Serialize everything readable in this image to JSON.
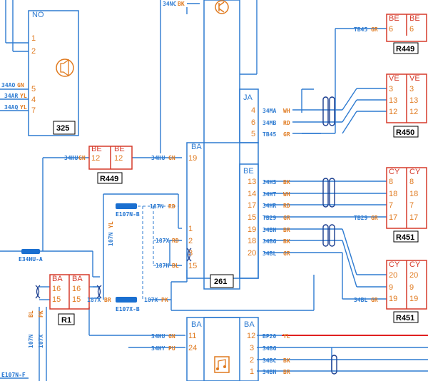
{
  "colors": {
    "wire": "#2e7bd1",
    "label": "#e07a1f",
    "red_wire": "#e02020",
    "component": "#d63a2a",
    "bus": "#1a6fd0",
    "ink": "#000000"
  },
  "icons": [
    "transistor-icon",
    "horn-icon",
    "audio-icon"
  ],
  "components": {
    "c325": {
      "id": "325",
      "connector": "NO",
      "pins": [
        "1",
        "2",
        "5",
        "4",
        "7"
      ]
    },
    "c261": {
      "id": "261",
      "conn_top": "JA",
      "conn_ba": "BA",
      "conn_be": "BE",
      "ja_pins": [
        "4",
        "6",
        "5"
      ],
      "ba_pins": [
        "19"
      ],
      "be_pins": [
        "13",
        "14",
        "17",
        "15",
        "19",
        "18",
        "20"
      ]
    },
    "r449a": {
      "id": "R449",
      "left": "BE",
      "right": "BE",
      "pins": [
        "6",
        "6"
      ]
    },
    "r449b": {
      "id": "R449",
      "left": "BE",
      "right": "BE",
      "pins": [
        "12",
        "12"
      ]
    },
    "r450": {
      "id": "R450",
      "left": "VE",
      "right": "VE",
      "pins_l": [
        "3",
        "13",
        "12"
      ],
      "pins_r": [
        "3",
        "13",
        "12"
      ]
    },
    "r451a": {
      "id": "R451",
      "left": "CY",
      "right": "CY",
      "pins_l": [
        "8",
        "18",
        "7",
        "17"
      ],
      "pins_r": [
        "8",
        "18",
        "7",
        "17"
      ]
    },
    "r451b": {
      "id": "R451",
      "left": "CY",
      "right": "CY",
      "pins_l": [
        "20",
        "9",
        "19"
      ],
      "pins_r": [
        "20",
        "9",
        "19"
      ]
    },
    "r1": {
      "id": "R1",
      "left": "BA",
      "right": "BA",
      "pins_l": [
        "16",
        "15"
      ],
      "pins_r": [
        "16",
        "15"
      ]
    },
    "bottom": {
      "conn": "BA",
      "pins": [
        "11",
        "24"
      ],
      "out_conn": "BA",
      "out_pins": [
        "12",
        "3",
        "2",
        "1"
      ]
    },
    "block_small": {
      "pins": [
        "1",
        "2",
        "3",
        "15"
      ]
    }
  },
  "wires": {
    "w34nc": "34NC",
    "bk": "BK",
    "w34ao": "34AO",
    "w34ar": "34AR",
    "w34aq": "34AQ",
    "gn": "GN",
    "yl": "YL",
    "w34ma": "34MA",
    "w34mb": "34MB",
    "tb45": "TB45",
    "wh": "WH",
    "rd": "RD",
    "gr": "GR",
    "w34hu": "34HU",
    "w34hs": "34HS",
    "w34ht": "34HT",
    "w34hr": "34HR",
    "tb29": "TB29",
    "w34bh": "34BH",
    "w34bg": "34BG",
    "w34bl": "34BL",
    "br": "BR",
    "pk": "PK",
    "bl": "BL",
    "pu": "PU",
    "w107n": "107N",
    "w107x": "107X",
    "w187n": "187N",
    "w187x": "187X",
    "w34hy": "34HY",
    "bp20": "BP20",
    "w34bc": "34BC",
    "w34bn": "34BN"
  },
  "buses": {
    "e107n_b": "E107N-B",
    "e107x_b": "E107X-B",
    "e34hu_a": "E34HU-A",
    "e107n_f": "E107N-F"
  }
}
